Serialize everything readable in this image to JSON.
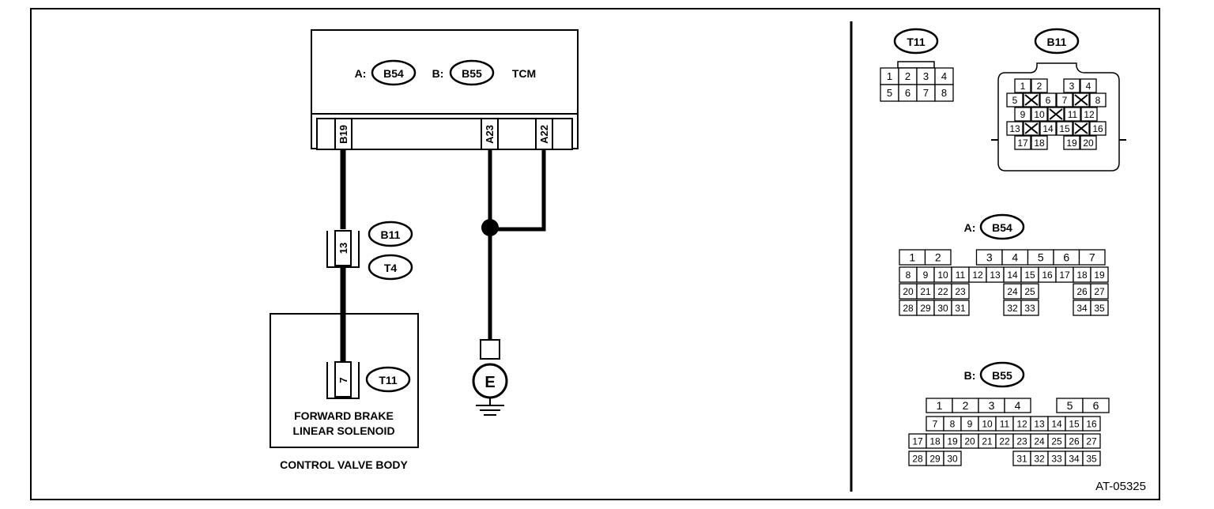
{
  "tcm": {
    "label_a": "A:",
    "conn_a": "B54",
    "label_b": "B:",
    "conn_b": "B55",
    "name": "TCM",
    "pin_b19": "B19",
    "pin_a23": "A23",
    "pin_a22": "A22"
  },
  "joint": {
    "pin": "13",
    "conn_1": "B11",
    "conn_2": "T4"
  },
  "solenoid": {
    "pin": "7",
    "conn": "T11",
    "line1": "FORWARD BRAKE",
    "line2": "LINEAR SOLENOID"
  },
  "control_valve_label": "CONTROL VALVE BODY",
  "ground_label": "E",
  "ref_code": "AT-05325",
  "connectors": {
    "t11": {
      "title": "T11",
      "rows": [
        [
          "1",
          "2",
          "3",
          "4"
        ],
        [
          "5",
          "6",
          "7",
          "8"
        ]
      ]
    },
    "b11": {
      "title": "B11",
      "rows": [
        [
          "1",
          "2",
          "",
          "3",
          "4"
        ],
        [
          "5",
          "X",
          "6",
          "7",
          "X",
          "8"
        ],
        [
          "9",
          "10",
          "X",
          "11",
          "12"
        ],
        [
          "13",
          "X",
          "14",
          "15",
          "X",
          "16"
        ],
        [
          "17",
          "18",
          "",
          "19",
          "20"
        ]
      ]
    },
    "b54": {
      "prefix": "A:",
      "title": "B54",
      "top_row": [
        "1",
        "2",
        "",
        "3",
        "4",
        "5",
        "6",
        "7"
      ],
      "row2": [
        "8",
        "9",
        "10",
        "11",
        "12",
        "13",
        "14",
        "15",
        "16",
        "17",
        "18",
        "19"
      ],
      "row3": [
        "20",
        "21",
        "22",
        "23",
        "",
        "",
        "24",
        "25",
        "",
        "",
        "26",
        "27"
      ],
      "row4": [
        "28",
        "29",
        "30",
        "31",
        "",
        "",
        "32",
        "33",
        "",
        "",
        "34",
        "35"
      ]
    },
    "b55": {
      "prefix": "B:",
      "title": "B55",
      "row1": [
        "1",
        "2",
        "3",
        "4",
        "",
        "5",
        "6"
      ],
      "row2": [
        "7",
        "8",
        "9",
        "10",
        "11",
        "12",
        "13",
        "14",
        "15",
        "16"
      ],
      "row3": [
        "17",
        "18",
        "19",
        "20",
        "21",
        "22",
        "23",
        "24",
        "25",
        "26",
        "27"
      ],
      "row4": [
        "28",
        "29",
        "30",
        "",
        "",
        "",
        "31",
        "32",
        "33",
        "34",
        "35"
      ]
    }
  }
}
